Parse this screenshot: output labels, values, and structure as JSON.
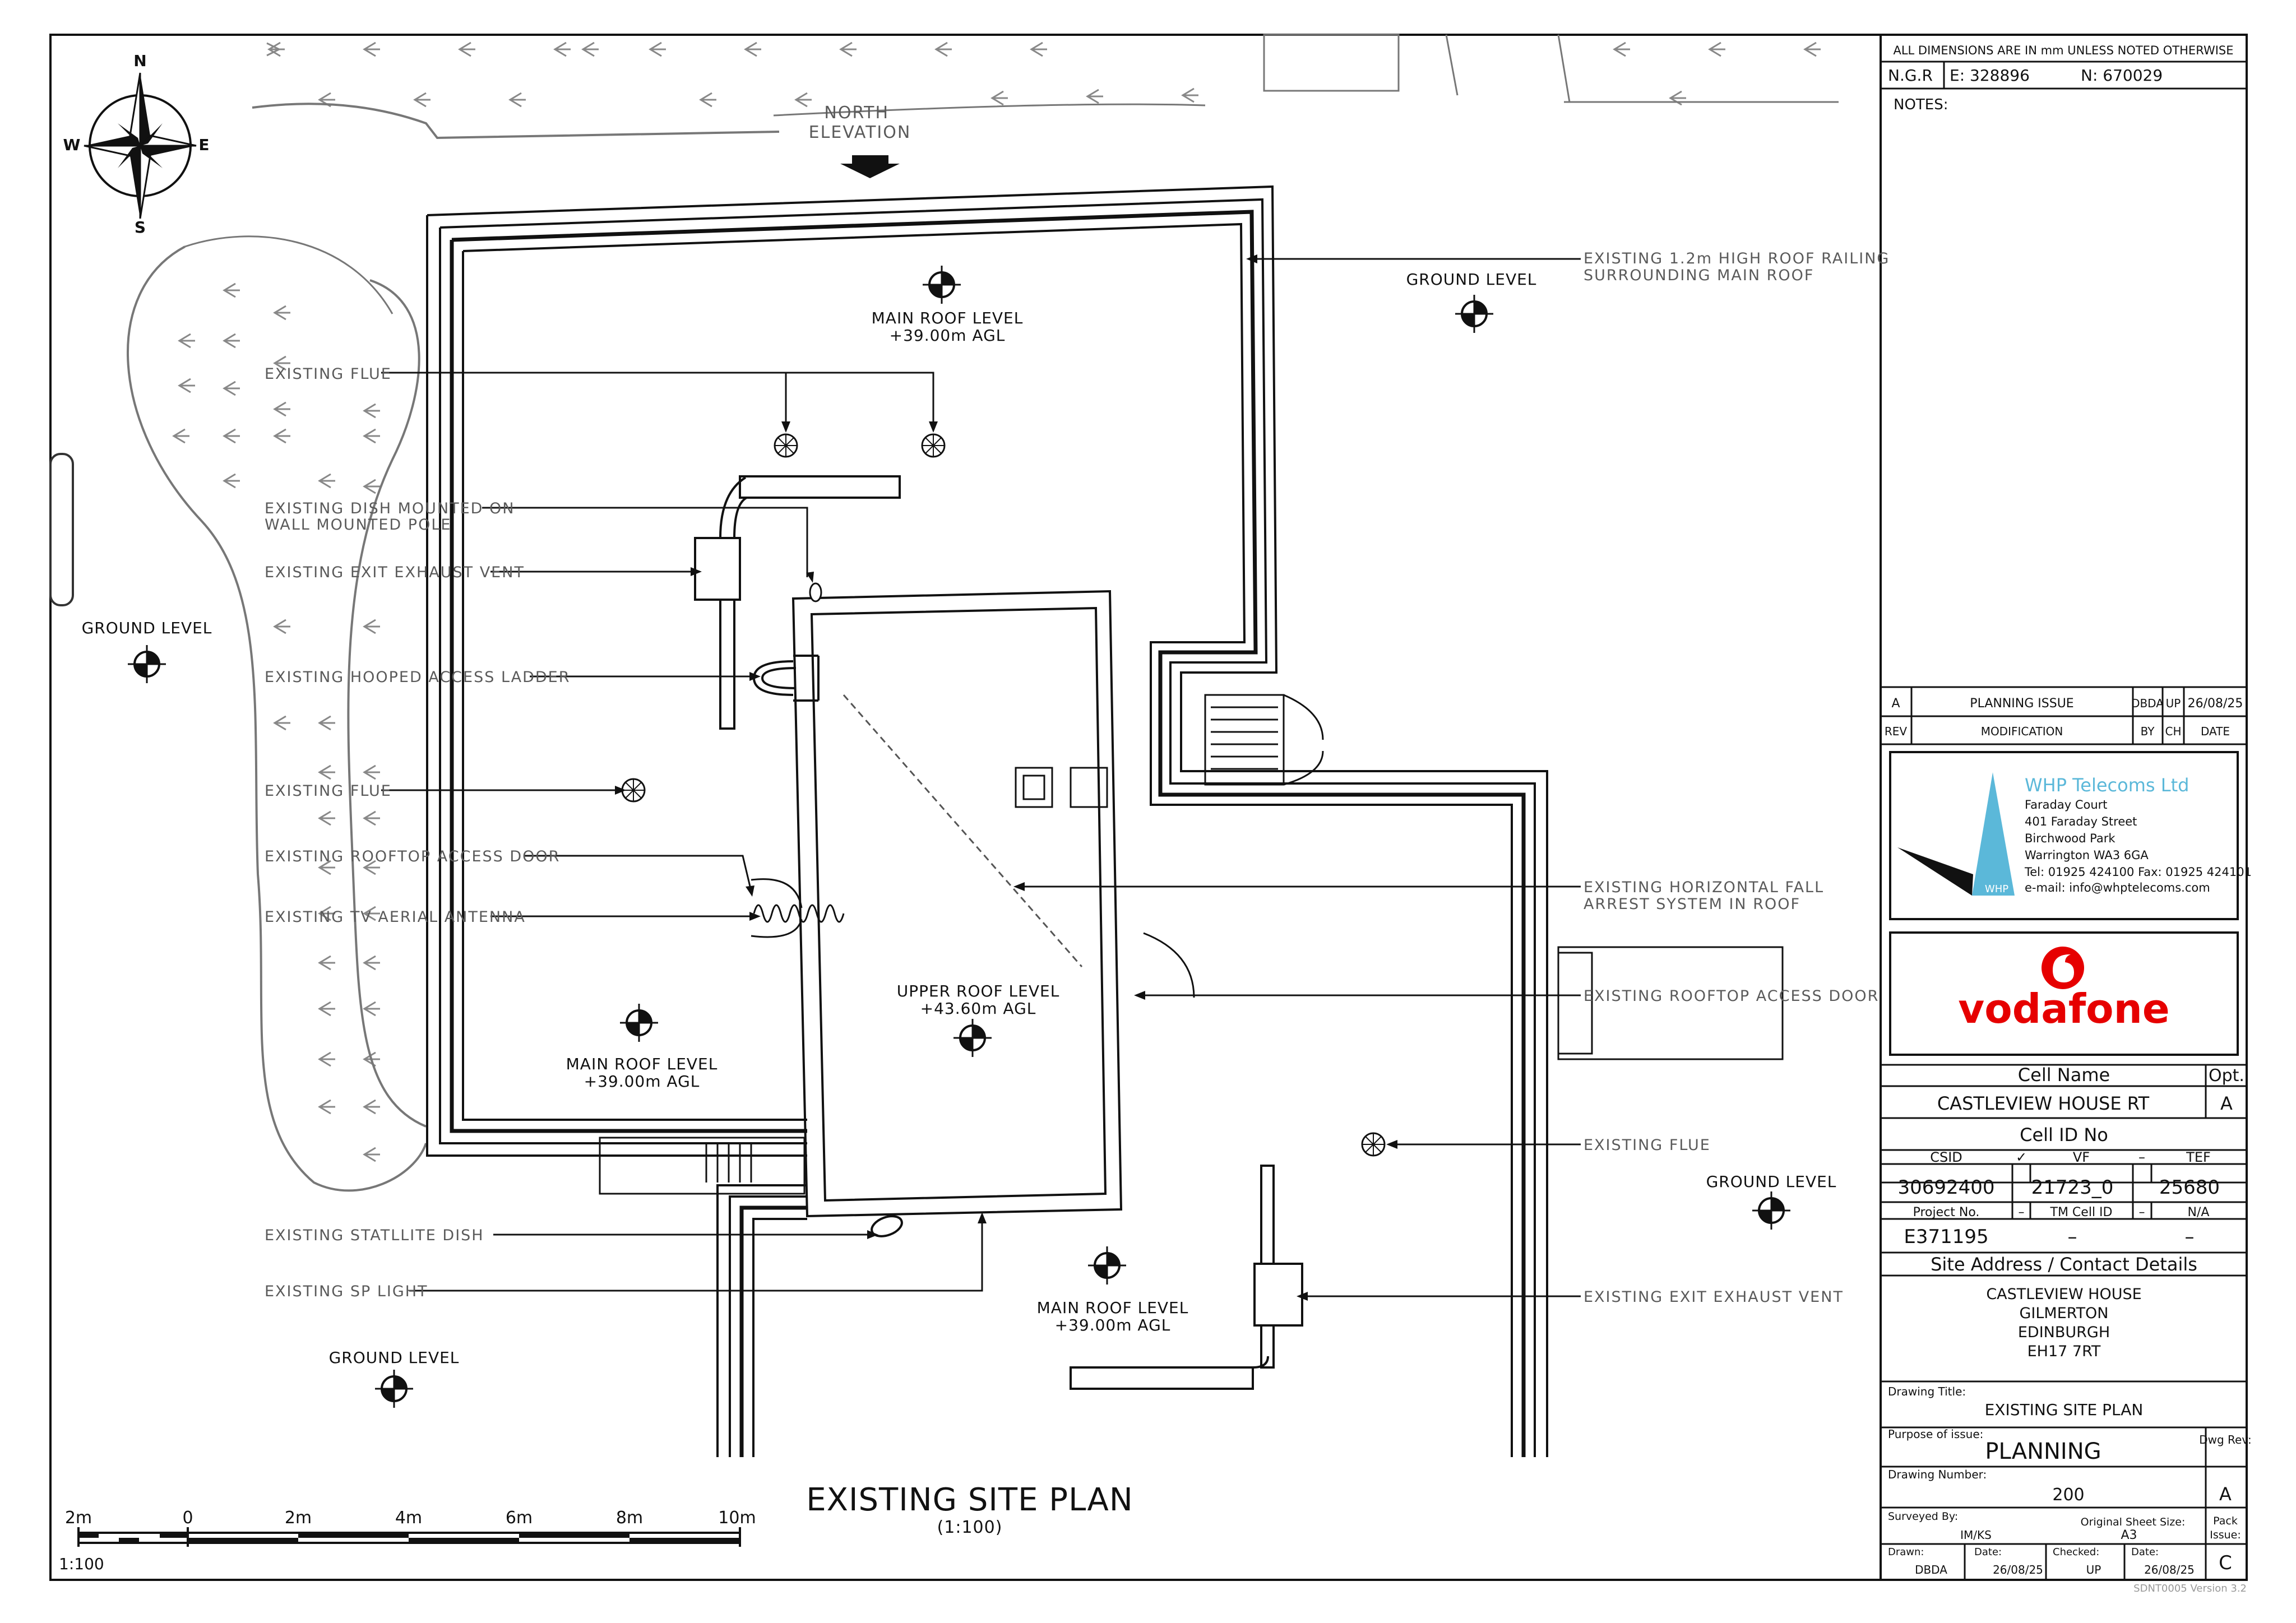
{
  "title_block": {
    "dimensions_note": "ALL DIMENSIONS ARE IN mm UNLESS NOTED OTHERWISE",
    "ngr_label": "N.G.R",
    "easting": "E: 328896",
    "northing": "N: 670029",
    "notes_label": "NOTES:",
    "revision_row": {
      "rev": "A",
      "modification": "PLANNING ISSUE",
      "by": "DBDA",
      "ch": "UP",
      "date": "26/08/25"
    },
    "revision_header": {
      "rev": "REV",
      "modification": "MODIFICATION",
      "by": "BY",
      "ch": "CH",
      "date": "DATE"
    },
    "company": {
      "name": "WHP Telecoms Ltd",
      "address": [
        "Faraday Court",
        "401 Faraday Street",
        "Birchwood Park",
        "Warrington WA3 6GA"
      ],
      "phone_fax": "Tel: 01925 424100  Fax: 01925 424101",
      "email": "e-mail: info@whptelecoms.com",
      "logo_mark": "WHP",
      "accent_color": "#5bb8d9"
    },
    "client": {
      "logo_text": "vodafone",
      "brand_color": "#e60000"
    },
    "cell_name_label": "Cell Name",
    "opt_label": "Opt.",
    "cell_name": "CASTLEVIEW HOUSE RT",
    "opt_value": "A",
    "cell_id_label": "Cell ID No",
    "id_headers": [
      "CSID",
      "✓",
      "VF",
      "–",
      "TEF"
    ],
    "id_values": [
      "30692400",
      "21723_0",
      "25680"
    ],
    "id_headers2": [
      "Project No.",
      "–",
      "TM Cell ID",
      "–",
      "N/A"
    ],
    "id_values2": [
      "E371195",
      "–",
      "–"
    ],
    "site_address_label": "Site Address / Contact Details",
    "address_lines": [
      "CASTLEVIEW HOUSE",
      "GILMERTON",
      "EDINBURGH",
      "EH17 7RT"
    ],
    "drawing_title_label": "Drawing Title:",
    "drawing_title": "EXISTING SITE PLAN",
    "purpose_label": "Purpose of issue:",
    "purpose": "PLANNING",
    "dwg_rev_label": "Dwg Rev:",
    "drawing_number_label": "Drawing Number:",
    "drawing_number": "200",
    "dwg_rev": "A",
    "surveyed_by_label": "Surveyed By:",
    "surveyed_by": "IM/KS",
    "sheet_size_label": "Original Sheet Size:",
    "sheet_size": "A3",
    "pack_issue_label": "Pack Issue:",
    "drawn_label": "Drawn:",
    "drawn_by": "DBDA",
    "date_label": "Date:",
    "drawn_date": "26/08/25",
    "checked_label": "Checked:",
    "checked_by": "UP",
    "date_label2": "Date:",
    "checked_date": "26/08/25",
    "pack_issue": "C",
    "version": "SDNT0005 Version 3.2"
  },
  "plan": {
    "compass": {
      "n": "N",
      "s": "S",
      "e": "E",
      "w": "W"
    },
    "north_elevation": [
      "NORTH",
      "ELEVATION"
    ],
    "levels": {
      "main_roof_top": [
        "MAIN ROOF LEVEL",
        "+39.00m AGL"
      ],
      "main_roof_left": [
        "MAIN ROOF LEVEL",
        "+39.00m AGL"
      ],
      "main_roof_bottom": [
        "MAIN ROOF LEVEL",
        "+39.00m AGL"
      ],
      "upper_roof": [
        "UPPER ROOF LEVEL",
        "+43.60m AGL"
      ],
      "ground_left": "GROUND LEVEL",
      "ground_top_right": "GROUND LEVEL",
      "ground_right": "GROUND LEVEL",
      "ground_bottom_left": "GROUND LEVEL"
    },
    "annotations_left": [
      "EXISTING FLUE",
      "EXISTING DISH MOUNTED ON",
      "WALL MOUNTED POLE",
      "EXISTING EXIT EXHAUST VENT",
      "EXISTING HOOPED ACCESS LADDER",
      "EXISTING FLUE",
      "EXISTING ROOFTOP ACCESS DOOR",
      "EXISTING TV AERIAL ANTENNA",
      "EXISTING STATLLITE DISH",
      "EXISTING SP LIGHT"
    ],
    "annotations_right": [
      "EXISTING 1.2m HIGH ROOF RAILING",
      "SURROUNDING MAIN ROOF",
      "EXISTING HORIZONTAL FALL",
      "ARREST SYSTEM IN ROOF",
      "EXISTING ROOFTOP ACCESS DOOR",
      "EXISTING FLUE",
      "EXISTING EXIT EXHAUST VENT"
    ],
    "plan_title": "EXISTING SITE PLAN",
    "plan_scale": "(1:100)",
    "scale_bar": {
      "ticks": [
        "2m",
        "0",
        "2m",
        "4m",
        "6m",
        "8m",
        "10m"
      ],
      "ratio": "1:100"
    }
  }
}
